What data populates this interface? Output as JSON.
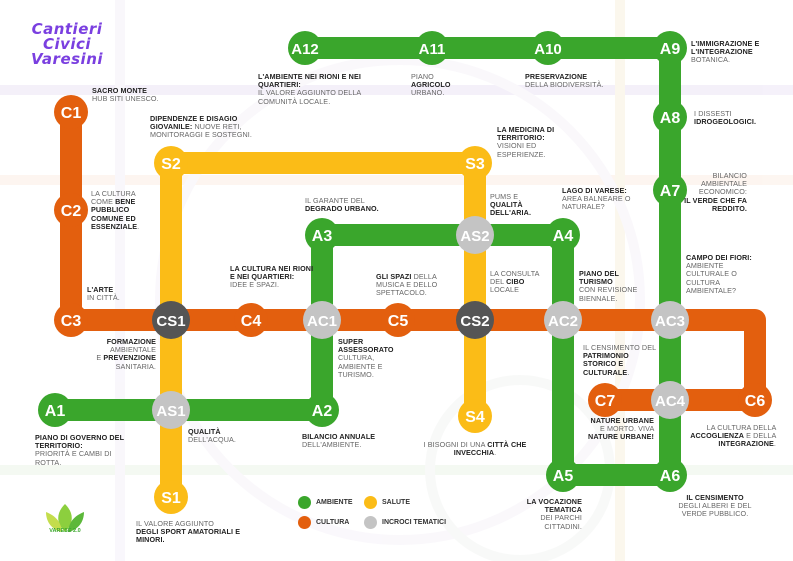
{
  "title": [
    "Cantieri",
    "Civici",
    "Varesini"
  ],
  "colors": {
    "ambiente": "#3aa62c",
    "salute": "#fbbc17",
    "cultura": "#e35f0e",
    "incroci": "#c4c4c4",
    "incroci_dark": "#555555"
  },
  "nodes": {
    "A1": "A1",
    "A2": "A2",
    "A3": "A3",
    "A4": "A4",
    "A5": "A5",
    "A6": "A6",
    "A7": "A7",
    "A8": "A8",
    "A9": "A9",
    "A10": "A10",
    "A11": "A11",
    "A12": "A12",
    "S1": "S1",
    "S2": "S2",
    "S3": "S3",
    "S4": "S4",
    "C1": "C1",
    "C2": "C2",
    "C3": "C3",
    "C4": "C4",
    "C5": "C5",
    "C6": "C6",
    "C7": "C7",
    "CS1": "CS1",
    "CS2": "CS2",
    "AS1": "AS1",
    "AS2": "AS2",
    "AC1": "AC1",
    "AC2": "AC2",
    "AC3": "AC3",
    "AC4": "AC4"
  },
  "labels": {
    "sacro_monte": {
      "b": "Sacro Monte",
      "t": "Hub siti Unesco."
    },
    "c2": {
      "t1": "La cultura come",
      "b": "bene pubblico comune ed essenziale",
      "t2": "."
    },
    "c3": {
      "b": "L'arte",
      "t": "in città."
    },
    "cs1": {
      "b1": "Formazione",
      "t1": "ambientale",
      "t2": "e",
      "b2": "prevenzione",
      "t3": "sanitaria."
    },
    "a1": {
      "b": "Piano di governo del territorio:",
      "t": "priorità e cambi di rotta."
    },
    "as1": {
      "b": "Qualità",
      "t": "dell'acqua."
    },
    "s1": {
      "t": "Il valore aggiunto",
      "b": "degli sport amatoriali e minori."
    },
    "s2": {
      "b": "Dipendenze e disagio giovanile:",
      "t": "nuove reti, monitoraggi e sostegni."
    },
    "c4": {
      "b": "La cultura nei rioni e nei quartieri:",
      "t": "idee e spazi."
    },
    "a3": {
      "t": "Il garante del",
      "b": "degrado urbano."
    },
    "a12": {
      "b": "L'ambiente nei rioni e nei quartieri:",
      "t": "il valore aggiunto della comunità locale."
    },
    "a11": {
      "t1": "Piano",
      "b": "agricolo",
      "t2": "urbano."
    },
    "a10": {
      "b": "Preservazione",
      "t": "della biodiversità."
    },
    "a9": {
      "b": "L'immigrazione e l'integrazione",
      "t": "botanica."
    },
    "a8": {
      "t": "I dissesti",
      "b": "idrogeologici."
    },
    "a7": {
      "t": "Bilancio ambientale economico:",
      "b": "il verde che fa reddito."
    },
    "s3": {
      "b": "La medicina di territorio:",
      "t": "visioni ed esperienze."
    },
    "as2": {
      "t": "Pums e",
      "b": "qualità dell'aria."
    },
    "a4": {
      "b": "Lago di Varese:",
      "t": "area balneare o naturale?"
    },
    "c5": {
      "b": "Gli spazi",
      "t": "della musica e dello spettacolo."
    },
    "ac1": {
      "b": "Super assessorato",
      "t": "cultura, ambiente e turismo."
    },
    "cs2": {
      "t1": "La consulta del",
      "b": "cibo",
      "t2": "locale"
    },
    "ac2": {
      "b": "Piano del turismo",
      "t": "con revisione biennale."
    },
    "ac3": {
      "b": "Campo dei fiori:",
      "t": "ambiente culturale o cultura ambientale?"
    },
    "patrimonio": {
      "t1": "Il censimento del",
      "b": "patrimonio storico e culturale",
      "t2": "."
    },
    "nature": {
      "b1": "Nature urbane",
      "t": "e morto. Viva",
      "b2": "nature urbane!"
    },
    "c6": {
      "t": "La cultura della",
      "b1": "accoglienza",
      "t2": "e della",
      "b2": "integrazione",
      "t3": "."
    },
    "a2": {
      "b": "Bilancio annuale",
      "t": "dell'ambiente."
    },
    "s4": {
      "t1": "I bisogni di una",
      "b": "città che invecchia",
      "t2": "."
    },
    "a5": {
      "b": "La vocazione tematica",
      "t": "dei parchi cittadini."
    },
    "a6": {
      "b": "Il censimento",
      "t": "degli alberi e del verde pubblico."
    }
  },
  "legend": {
    "ambiente": "Ambiente",
    "salute": "Salute",
    "cultura": "Cultura",
    "incroci": "Incroci tematici"
  },
  "logo_text": "VARESE 2.0"
}
